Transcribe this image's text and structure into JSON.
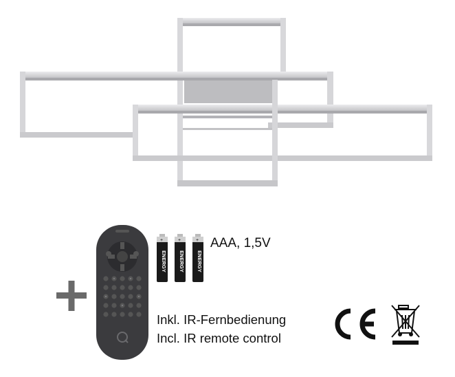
{
  "product": {
    "battery_spec": "AAA, 1,5V",
    "battery_brand": "ENERGY",
    "included_de": "Inkl. IR-Fernbedienung",
    "included_en": "Incl. IR remote control",
    "marks": [
      "CE",
      "WEEE"
    ]
  },
  "colors": {
    "frame_light": "#e9e9eb",
    "frame_shade": "#b9b9bc",
    "frame_mid": "#cfcfd2",
    "remote_body": "#3b3b3e",
    "plus_sign": "#6a6a6a",
    "battery_body": "#1a1a1a"
  },
  "icons": [
    "plus-icon",
    "remote-control-icon",
    "battery-icon",
    "ce-mark-icon",
    "weee-crossed-bin-icon"
  ]
}
